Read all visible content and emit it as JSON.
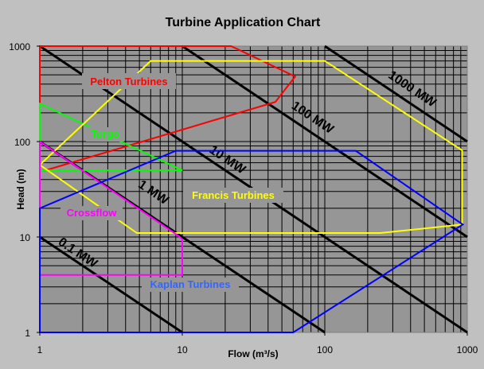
{
  "chart_data": {
    "type": "line",
    "title": "Turbine Application Chart",
    "xlabel": "Flow (m³/s)",
    "ylabel": "Head (m)",
    "xscale": "log",
    "yscale": "log",
    "xlim": [
      1,
      1000
    ],
    "ylim": [
      1,
      1000
    ],
    "grid": true,
    "x_ticks": [
      "1",
      "10",
      "100",
      "1000"
    ],
    "y_ticks": [
      "1",
      "10",
      "100",
      "1000"
    ],
    "power_lines": [
      {
        "label": "0.1 MW",
        "flow_x_head": 10
      },
      {
        "label": "1 MW",
        "flow_x_head": 100
      },
      {
        "label": "10 MW",
        "flow_x_head": 1000
      },
      {
        "label": "100 MW",
        "flow_x_head": 10000
      },
      {
        "label": "1000 MW",
        "flow_x_head": 100000
      }
    ],
    "series": [
      {
        "name": "Pelton Turbines",
        "color": "#ff0000",
        "label_color": "#ff0000",
        "points": [
          [
            1,
            1000
          ],
          [
            22,
            1000
          ],
          [
            62,
            480
          ],
          [
            45,
            260
          ],
          [
            1.1,
            50
          ],
          [
            1,
            50
          ]
        ]
      },
      {
        "name": "Turgo",
        "color": "#00ff00",
        "label_color": "#00ff00",
        "points": [
          [
            1,
            250
          ],
          [
            10,
            50
          ],
          [
            1,
            50
          ]
        ]
      },
      {
        "name": "Francis Turbines",
        "color": "#ffff00",
        "label_color": "#ffff00",
        "points": [
          [
            1,
            57
          ],
          [
            6,
            700
          ],
          [
            100,
            700
          ],
          [
            920,
            81
          ],
          [
            920,
            13.5
          ],
          [
            245,
            11
          ],
          [
            4.8,
            11
          ]
        ]
      },
      {
        "name": "Crossflow",
        "color": "#ff00ff",
        "label_color": "#ff00ff",
        "points": [
          [
            1,
            100
          ],
          [
            9.2,
            10.5
          ],
          [
            10,
            9.5
          ],
          [
            10,
            4
          ],
          [
            1,
            4
          ]
        ]
      },
      {
        "name": "Kaplan Turbines",
        "color": "#0000ff",
        "label_color": "#3366ff",
        "points": [
          [
            1,
            20
          ],
          [
            9,
            80
          ],
          [
            165,
            80
          ],
          [
            930,
            13.5
          ],
          [
            60,
            1
          ],
          [
            1,
            1
          ]
        ]
      }
    ]
  }
}
